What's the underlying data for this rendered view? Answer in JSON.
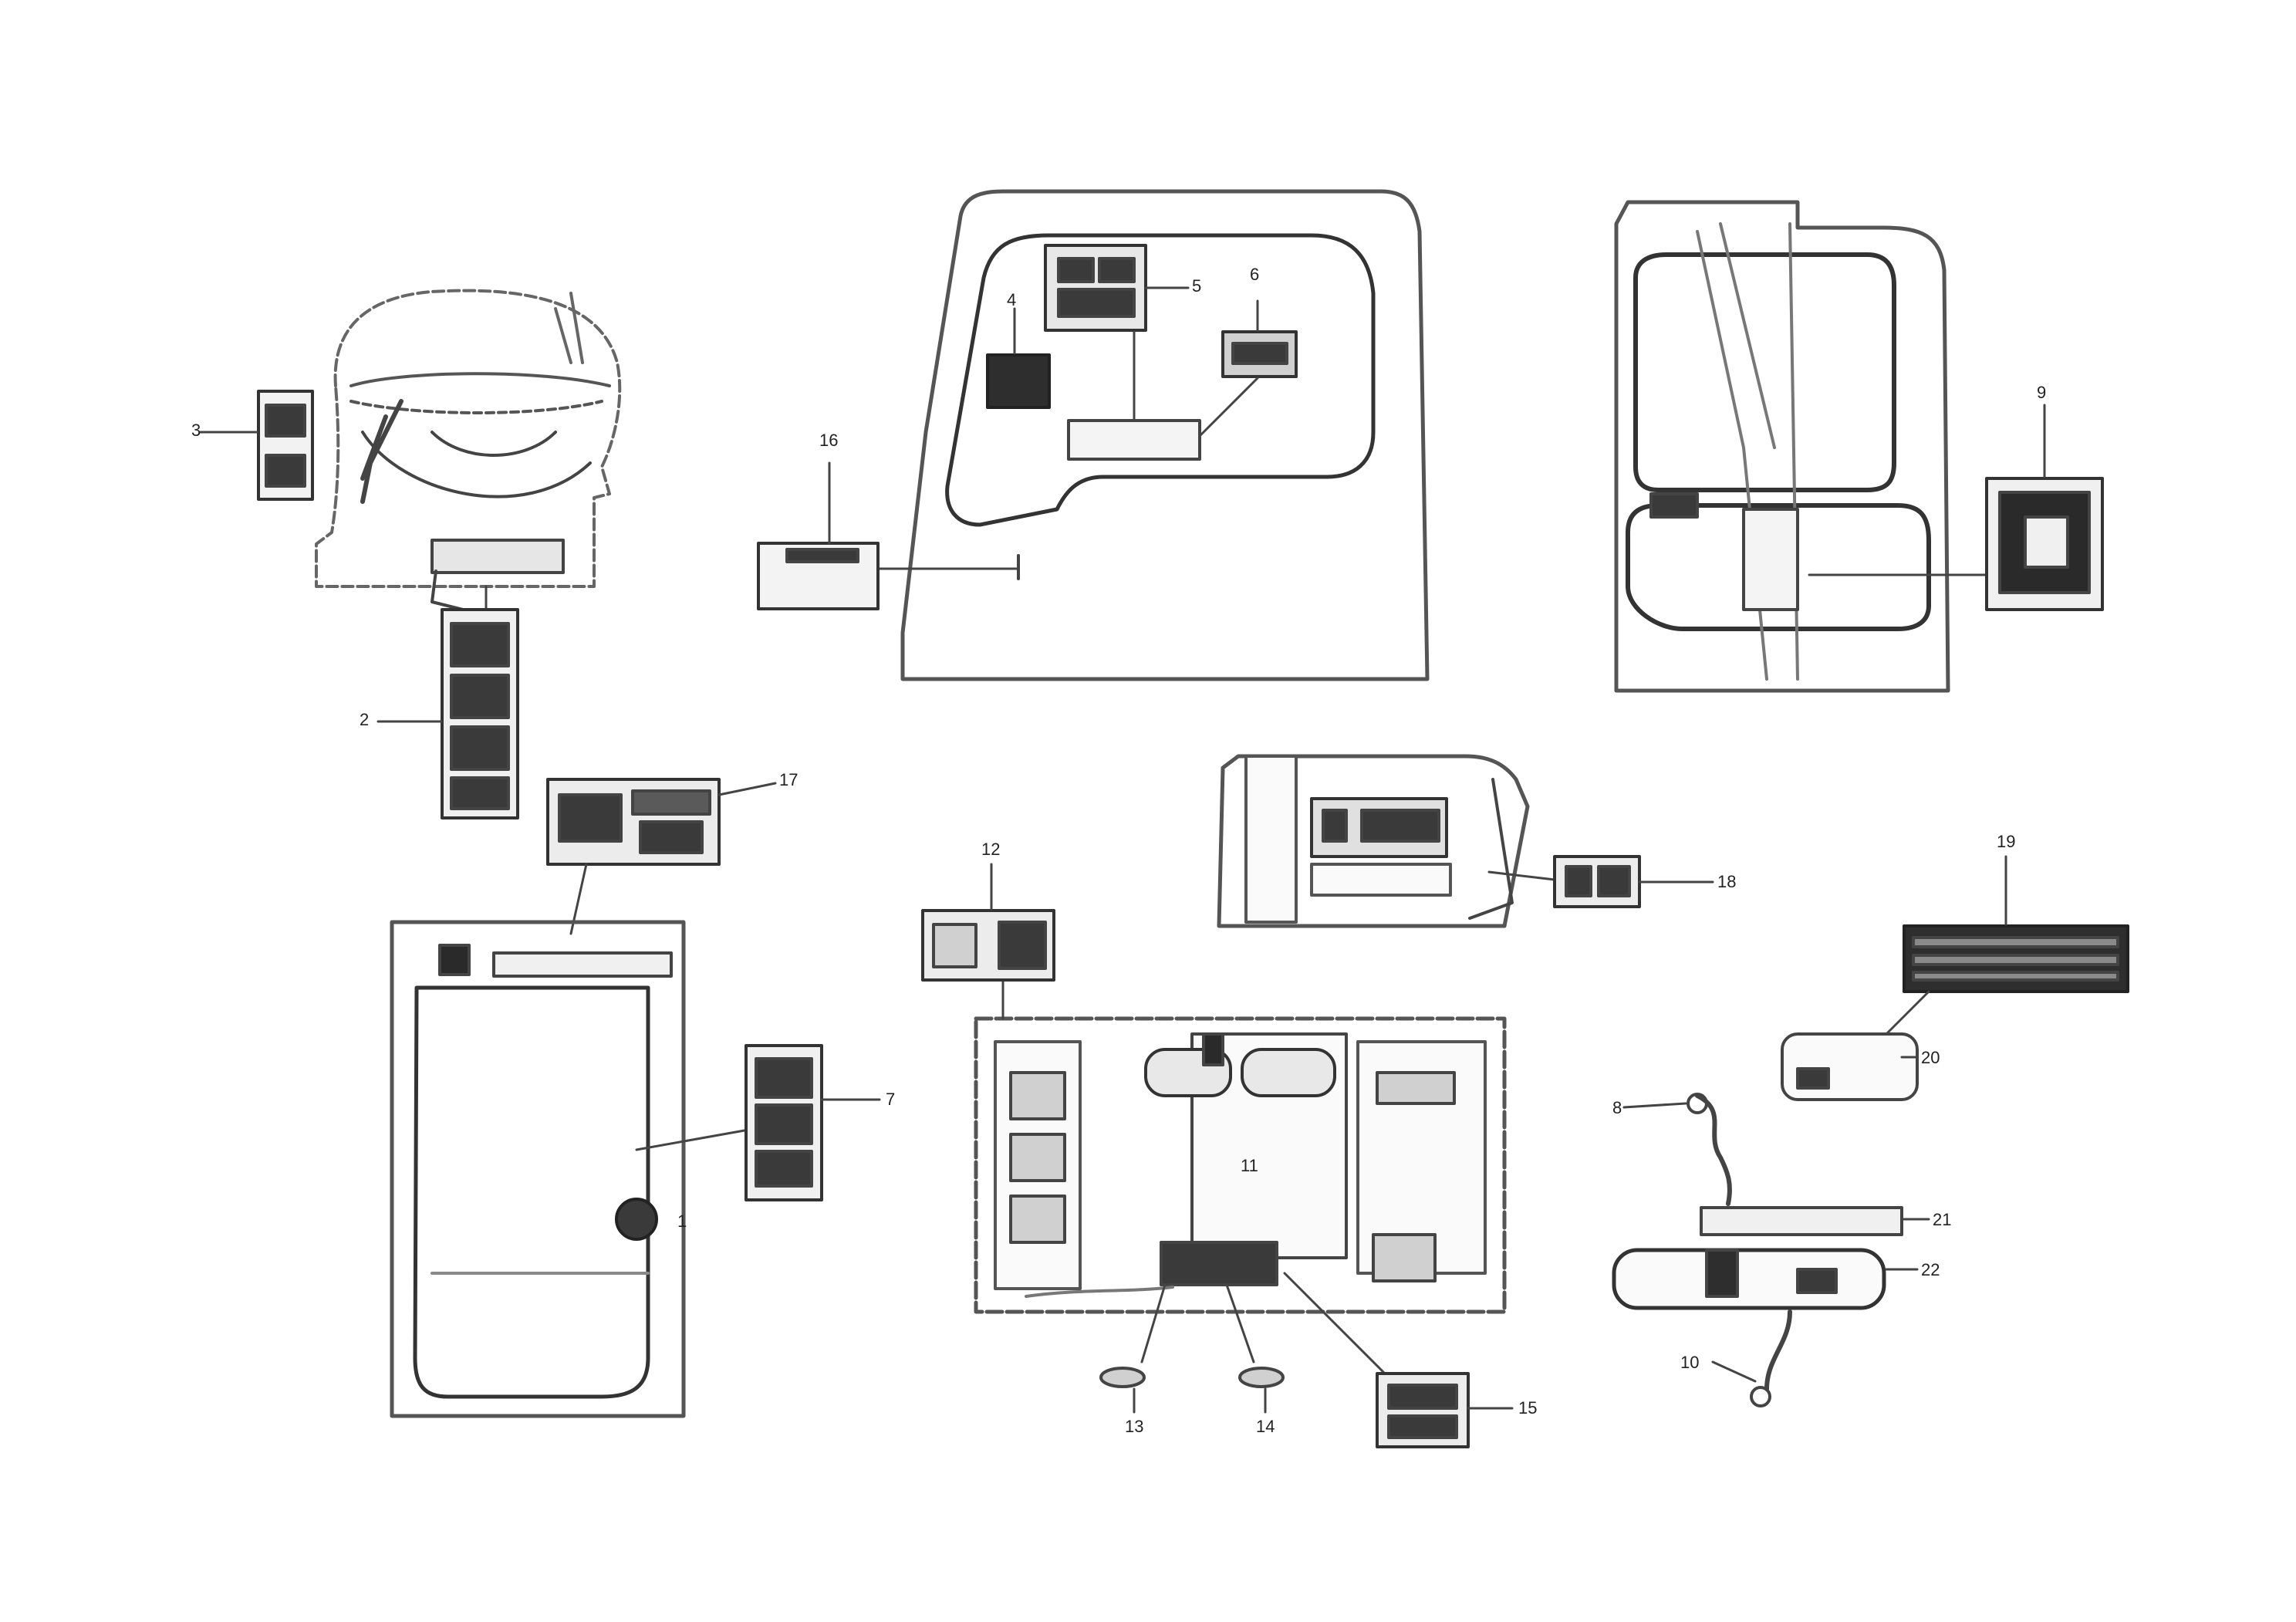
{
  "diagram": {
    "callouts": {
      "c1": "1",
      "c2": "2",
      "c3": "3",
      "c4": "4",
      "c5": "5",
      "c6": "6",
      "c7": "7",
      "c8": "8",
      "c9": "9",
      "c10": "10",
      "c11": "11",
      "c12": "12",
      "c13": "13",
      "c14": "14",
      "c15": "15",
      "c16": "16",
      "c17": "17",
      "c18": "18",
      "c19": "19",
      "c20": "20",
      "c21": "21",
      "c22": "22"
    },
    "footer": {
      "line1": "",
      "line2": "",
      "code": ""
    }
  },
  "colors": {
    "ink": "#2a2a2a",
    "decal_fill": "#d8d8d8",
    "decal_dark": "#3a3a3a",
    "outline": "#555555"
  }
}
